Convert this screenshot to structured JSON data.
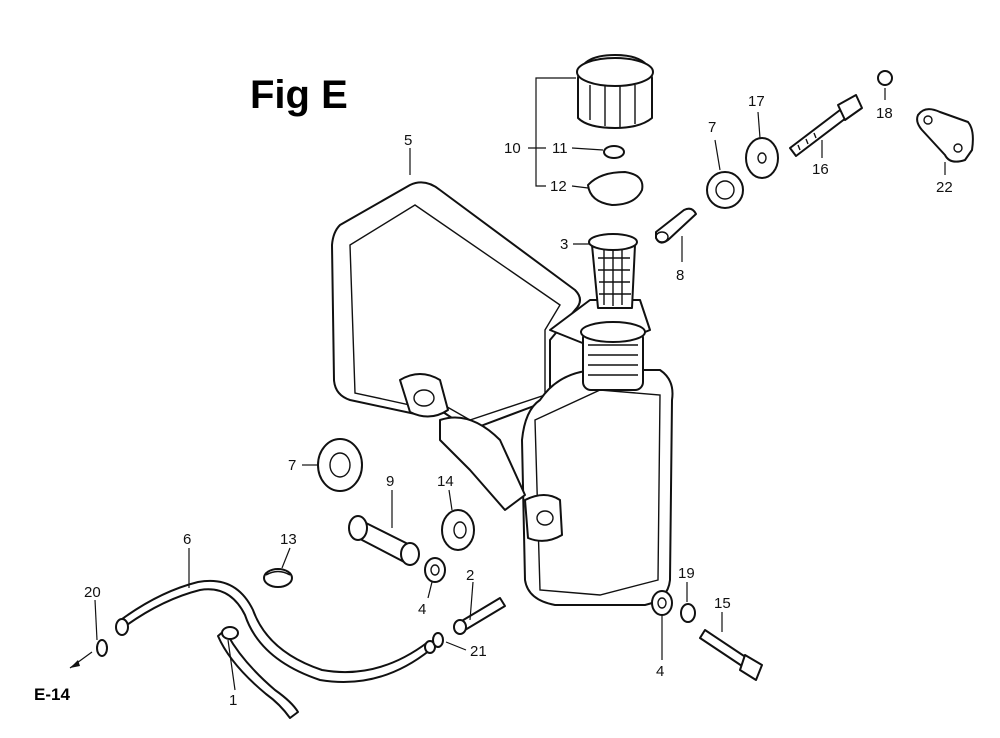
{
  "figure": {
    "title": "Fig E",
    "ref": "E-14"
  },
  "callouts": {
    "c1": "1",
    "c2": "2",
    "c3": "3",
    "c4a": "4",
    "c4b": "4",
    "c5": "5",
    "c6": "6",
    "c7a": "7",
    "c7b": "7",
    "c8": "8",
    "c9": "9",
    "c10": "10",
    "c11": "11",
    "c12": "12",
    "c13": "13",
    "c14": "14",
    "c15": "15",
    "c16": "16",
    "c17": "17",
    "c18": "18",
    "c19": "19",
    "c20": "20",
    "c21": "21",
    "c22": "22"
  }
}
